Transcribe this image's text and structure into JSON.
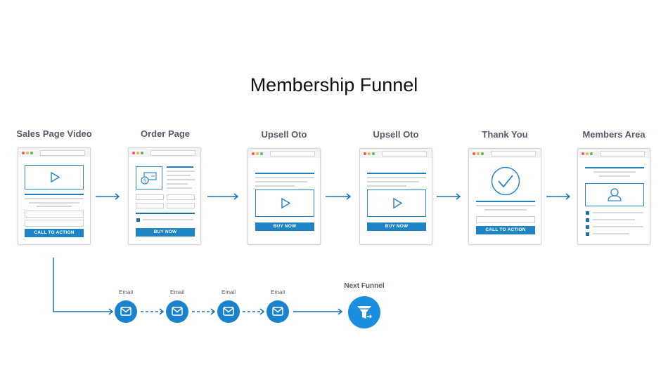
{
  "title": "Membership Funnel",
  "steps": [
    {
      "label": "Sales Page Video",
      "button": "CALL TO ACTION"
    },
    {
      "label": "Order Page",
      "button": "BUY NOW"
    },
    {
      "label": "Upsell Oto",
      "button": "BUY NOW"
    },
    {
      "label": "Upsell Oto",
      "button": "BUY NOW"
    },
    {
      "label": "Thank You",
      "button": "CALL TO ACTION"
    },
    {
      "label": "Members Area",
      "button": ""
    }
  ],
  "emails": [
    {
      "label": "Email",
      "icon": "envelope-icon"
    },
    {
      "label": "Email",
      "icon": "envelope-icon"
    },
    {
      "label": "Email",
      "icon": "envelope-icon"
    },
    {
      "label": "Email",
      "icon": "envelope-icon"
    }
  ],
  "next_funnel": {
    "label": "Next Funnel",
    "icon": "funnel-icon"
  },
  "colors": {
    "accent": "#1d84c6",
    "label": "#555c66",
    "border": "#d3d7dc",
    "dot_red": "#ef5b50",
    "dot_yellow": "#f3b53c",
    "dot_green": "#53b862"
  }
}
